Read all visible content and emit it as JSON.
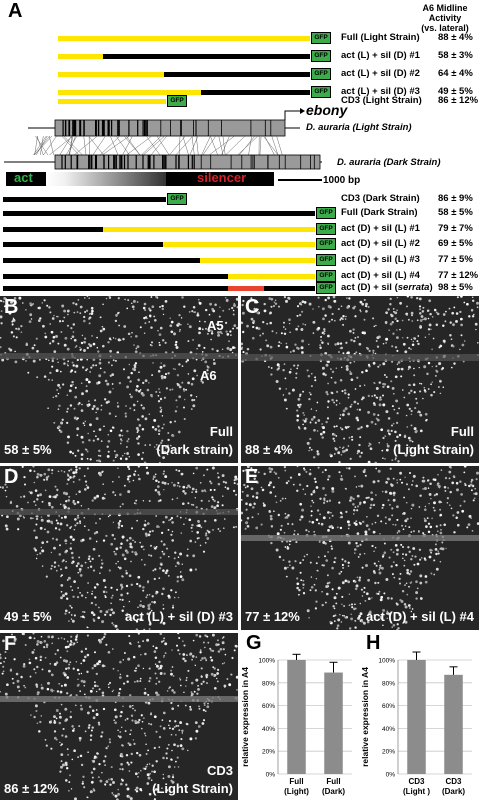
{
  "panel_a": {
    "letter": "A",
    "header": "A6 Midline Activity (vs. lateral)",
    "header_lines": [
      "A6 Midline",
      "Activity",
      "(vs. lateral)"
    ],
    "gfp": "GFP",
    "top_constructs": [
      {
        "name": "Full (Light Strain)",
        "value": "88 ± 4%"
      },
      {
        "name": "act (L) + sil (D) #1",
        "value": "58 ± 3%"
      },
      {
        "name": "act (L) + sil (D) #2",
        "value": "64 ± 4%"
      },
      {
        "name": "act (L) + sil (D) #3",
        "value": "49 ± 5%"
      },
      {
        "name": "CD3 (Light Strain)",
        "value": "86 ± 12%"
      }
    ],
    "gene": "ebony",
    "species_light": "D. auraria (Light Strain)",
    "species_dark": "D. auraria (Dark Strain)",
    "act_label": "act",
    "silencer_label": "silencer",
    "scale_label": "1000 bp",
    "bottom_constructs": [
      {
        "name": "CD3 (Dark Strain)",
        "value": "86 ± 9%"
      },
      {
        "name": "Full (Dark Strain)",
        "value": "58 ± 5%"
      },
      {
        "name": "act (D) + sil (L) #1",
        "value": "79 ± 7%"
      },
      {
        "name": "act (D) + sil (L) #2",
        "value": "69 ± 5%"
      },
      {
        "name": "act (D) + sil (L) #3",
        "value": "77 ± 5%"
      },
      {
        "name": "act (D) + sil (L) #4",
        "value": "77 ± 12%"
      },
      {
        "name_prefix": "act (D) + sil (",
        "name_italic": "serrata",
        "name_suffix": ")",
        "value": "98 ± 5%"
      }
    ]
  },
  "panels": {
    "b": {
      "letter": "B",
      "seg1": "A5",
      "seg2": "A6",
      "value": "58 ± 5%",
      "label1": "Full",
      "label2": "(Dark strain)"
    },
    "c": {
      "letter": "C",
      "value": "88 ± 4%",
      "label1": "Full",
      "label2": "(Light Strain)"
    },
    "d": {
      "letter": "D",
      "value": "49 ± 5%",
      "label1": "act (L) + sil (D) #3"
    },
    "e": {
      "letter": "E",
      "value": "77 ± 12%",
      "label1": "act (D) + sil (L) #4"
    },
    "f": {
      "letter": "F",
      "value": "86 ± 12%",
      "label1": "CD3",
      "label2": "(Light Strain)"
    }
  },
  "chart_data": [
    {
      "panel": "G",
      "type": "bar",
      "categories": [
        "Full (Light)",
        "Full (Dark)"
      ],
      "category_lines": [
        [
          "Full",
          "(Light)"
        ],
        [
          "Full",
          "(Dark)"
        ]
      ],
      "values": [
        100,
        89
      ],
      "errors": [
        5,
        9
      ],
      "ylabel": "relative expression in A4",
      "ylim": [
        0,
        100
      ],
      "yticks": [
        "0%",
        "20%",
        "40%",
        "60%",
        "80%",
        "100%"
      ],
      "grid": true,
      "bar_color": "#8c8c8c"
    },
    {
      "panel": "H",
      "type": "bar",
      "categories": [
        "CD3 (Light )",
        "CD3 (Dark)"
      ],
      "category_lines": [
        [
          "CD3",
          "(Light )"
        ],
        [
          "CD3",
          "(Dark)"
        ]
      ],
      "values": [
        100,
        87
      ],
      "errors": [
        7,
        7
      ],
      "ylabel": "relative expression in A4",
      "ylim": [
        0,
        100
      ],
      "yticks": [
        "0%",
        "20%",
        "40%",
        "60%",
        "80%",
        "100%"
      ],
      "grid": true,
      "bar_color": "#8c8c8c"
    }
  ],
  "colors": {
    "light": "#ffe600",
    "dark": "#000000",
    "gfp": "#3cab4a",
    "act": "#2fb34a",
    "silencer": "#d42027",
    "serrata": "#e8432e",
    "gene": "#9a9a9a"
  }
}
